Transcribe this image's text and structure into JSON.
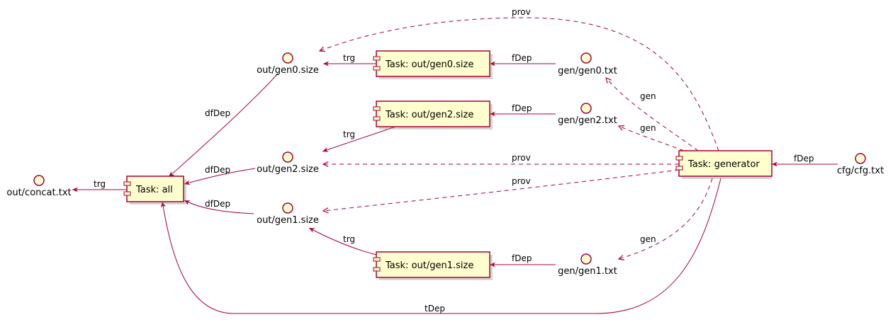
{
  "colors": {
    "edge": "#a80036",
    "task_fill": "#fefece",
    "task_stroke": "#a80036",
    "interface_fill": "#fefece",
    "interface_stroke": "#a80036"
  },
  "interfaces": {
    "out_concat": "out/concat.txt",
    "out_gen0_size": "out/gen0.size",
    "out_gen2_size": "out/gen2.size",
    "out_gen1_size": "out/gen1.size",
    "gen_gen0": "gen/gen0.txt",
    "gen_gen2": "gen/gen2.txt",
    "gen_gen1": "gen/gen1.txt",
    "cfg": "cfg/cfg.txt"
  },
  "tasks": {
    "all": "Task: all",
    "gen0_size": "Task: out/gen0.size",
    "gen2_size": "Task: out/gen2.size",
    "gen1_size": "Task: out/gen1.size",
    "generator": "Task: generator"
  },
  "edge_labels": {
    "trg_concat": "trg",
    "dfdep_gen0": "dfDep",
    "dfdep_gen2": "dfDep",
    "dfdep_gen1": "dfDep",
    "trg_gen0": "trg",
    "trg_gen2": "trg",
    "trg_gen1": "trg",
    "fdep_gen0": "fDep",
    "fdep_gen2": "fDep",
    "fdep_gen1": "fDep",
    "fdep_cfg": "fDep",
    "gen_gen0": "gen",
    "gen_gen2": "gen",
    "gen_gen1": "gen",
    "prov_gen0": "prov",
    "prov_gen2": "prov",
    "prov_gen1": "prov",
    "tdep": "tDep"
  }
}
